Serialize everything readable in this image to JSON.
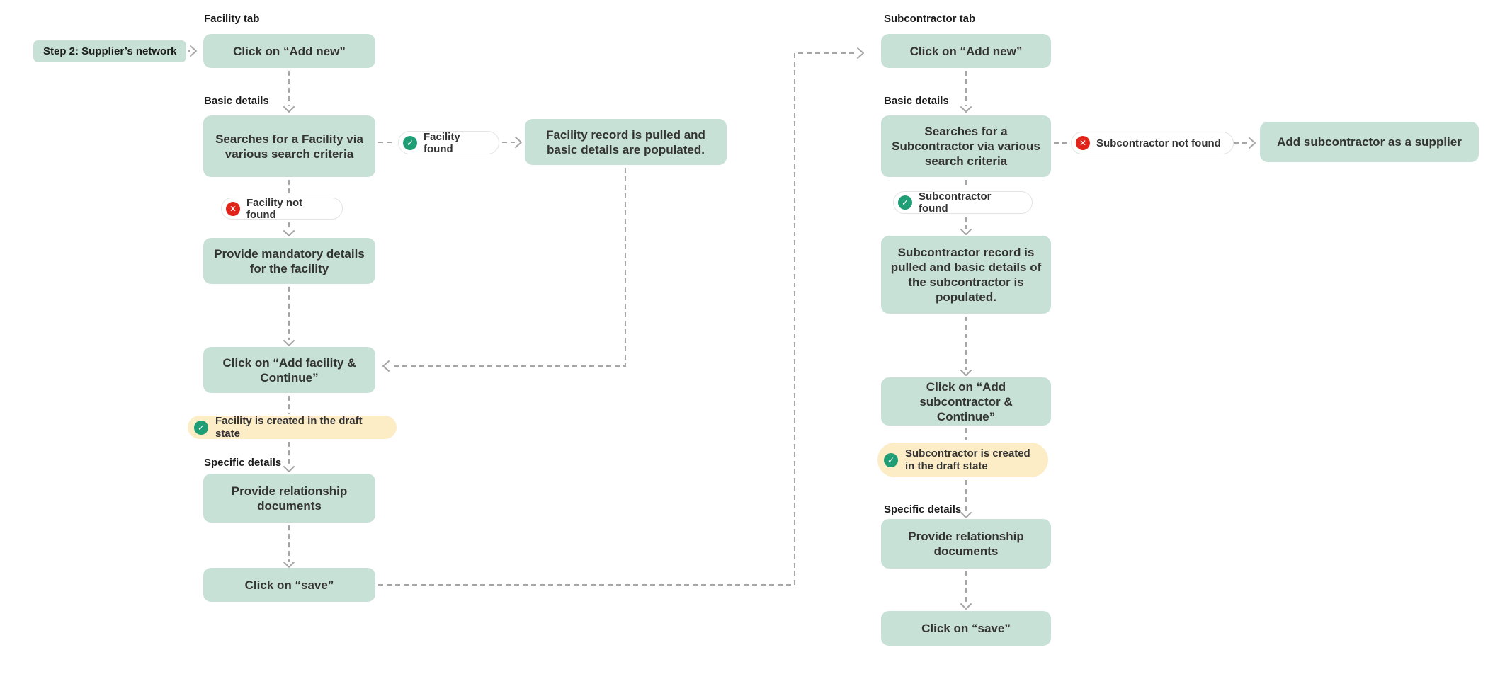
{
  "colors": {
    "box_green": "#c8e1d6",
    "badge_green": "#c8e1d6",
    "highlight_yellow": "#fdedc7",
    "check_green": "#1f9d74",
    "cross_red": "#e02419",
    "connector_gray": "#a6a6a6",
    "text_dark": "#333333",
    "label_black": "#1c1c1c",
    "pill_border": "#e3e3e3",
    "pill_bg": "#ffffff",
    "canvas_bg": "#ffffff"
  },
  "icons": {
    "check": "✓",
    "cross": "✕"
  },
  "step_badge": {
    "label": "Step 2: Supplier’s network"
  },
  "facility": {
    "tab_label": "Facility tab",
    "basic_details_label": "Basic details",
    "specific_details_label": "Specific details",
    "nodes": {
      "add_new": "Click on “Add new”",
      "search": "Searches for a Facility via various search criteria",
      "record_pulled": "Facility record is pulled and basic details are populated.",
      "mandatory_details": "Provide mandatory details for the facility",
      "add_and_continue": "Click on “Add facility & Continue”",
      "relationship_documents": "Provide relationship documents",
      "save": "Click on “save”"
    },
    "statuses": {
      "found": "Facility found",
      "not_found": "Facility not found",
      "draft_created": "Facility is created in the draft state"
    }
  },
  "subcontractor": {
    "tab_label": "Subcontractor tab",
    "basic_details_label": "Basic details",
    "specific_details_label": "Specific details",
    "nodes": {
      "add_new": "Click on “Add new”",
      "search": "Searches for a Subcontractor via various search criteria",
      "not_found_action": "Add subcontractor as a supplier",
      "record_pulled": "Subcontractor record is pulled and basic details of the subcontractor is populated.",
      "add_and_continue": "Click on “Add subcontractor & Continue”",
      "relationship_documents": "Provide relationship documents",
      "save": "Click on “save”"
    },
    "statuses": {
      "found": "Subcontractor found",
      "not_found": "Subcontractor not found",
      "draft_created": "Subcontractor is created in the draft state"
    }
  }
}
